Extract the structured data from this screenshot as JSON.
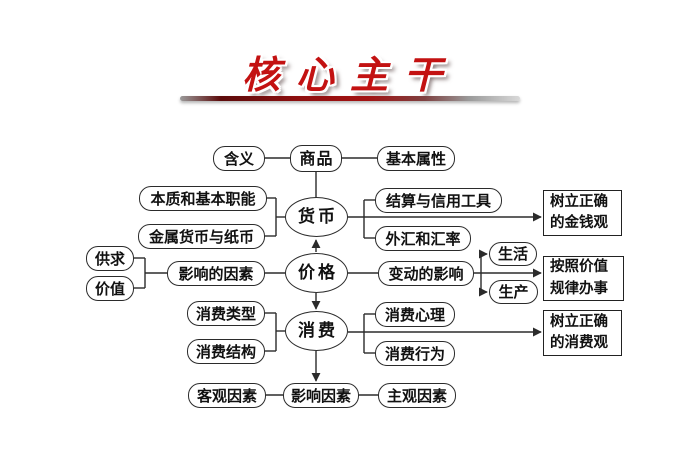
{
  "title": {
    "text": "核心主干"
  },
  "colors": {
    "title_red": "#c31212",
    "bar_maroon": "#8e0f0f",
    "line": "#2b2b2b",
    "node_border": "#2b2b2b",
    "node_bg": "#ffffff"
  },
  "diagram": {
    "commodity": {
      "meaning": "含义",
      "label": "商品",
      "attribute": "基本属性"
    },
    "currency": {
      "essence": "本质和基本职能",
      "metal": "金属货币与纸币",
      "label": "货币",
      "settlement": "结算与信用工具",
      "forex": "外汇和汇率",
      "outcome": "树立正确的金钱观"
    },
    "price": {
      "supply": "供求",
      "value": "价值",
      "factors": "影响的因素",
      "label": "价格",
      "impact": "变动的影响",
      "life": "生活",
      "production": "生产",
      "outcome": "按照价值规律办事"
    },
    "consumption": {
      "types": "消费类型",
      "structure": "消费结构",
      "label": "消费",
      "psychology": "消费心理",
      "behavior": "消费行为",
      "outcome": "树立正确的消费观"
    },
    "factors": {
      "objective": "客观因素",
      "label": "影响因素",
      "subjective": "主观因素"
    }
  }
}
